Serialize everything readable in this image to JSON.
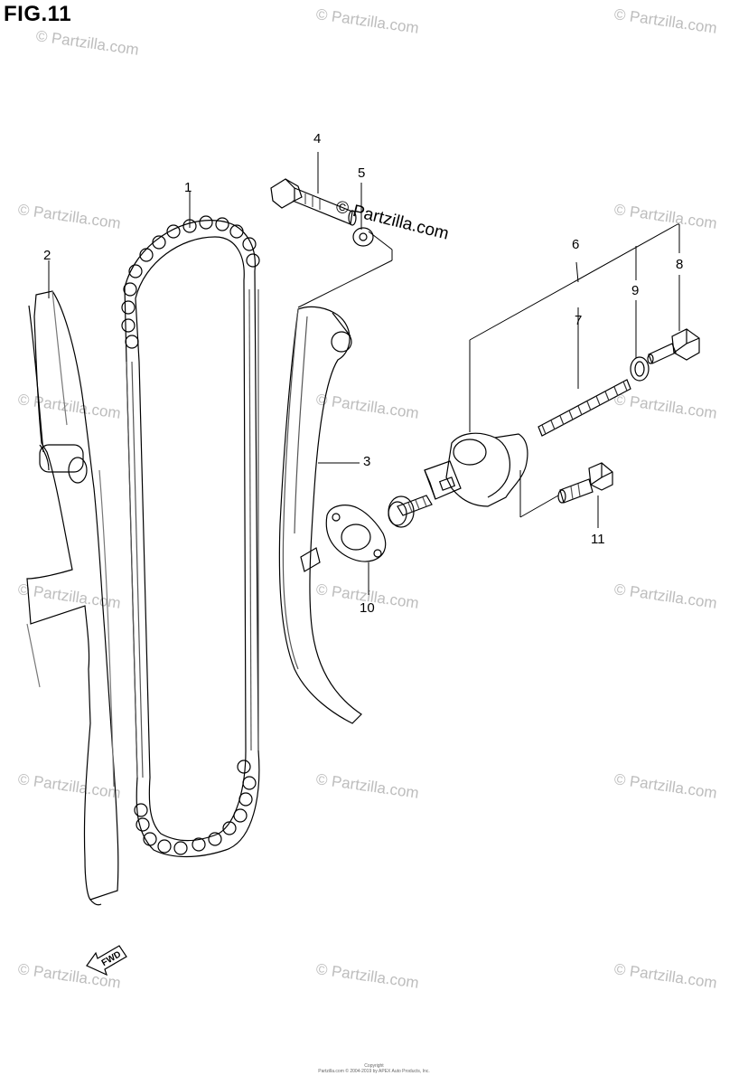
{
  "figure": {
    "title": "FIG.11"
  },
  "callouts": [
    {
      "id": "1",
      "label": "1"
    },
    {
      "id": "2",
      "label": "2"
    },
    {
      "id": "3",
      "label": "3"
    },
    {
      "id": "4",
      "label": "4"
    },
    {
      "id": "5",
      "label": "5"
    },
    {
      "id": "6",
      "label": "6"
    },
    {
      "id": "7",
      "label": "7"
    },
    {
      "id": "8",
      "label": "8"
    },
    {
      "id": "9",
      "label": "9"
    },
    {
      "id": "10",
      "label": "10"
    },
    {
      "id": "11",
      "label": "11"
    }
  ],
  "watermark": {
    "text": "© Partzilla.com",
    "color": "#bdbdbd"
  },
  "fwd_badge": {
    "label": "FWD"
  },
  "footer": {
    "line1": "Copyright",
    "line2": "Partzilla.com © 2004-2019 by APEX Auto Products, Inc."
  },
  "icons": {
    "fwd": "arrow-left-down-icon"
  }
}
